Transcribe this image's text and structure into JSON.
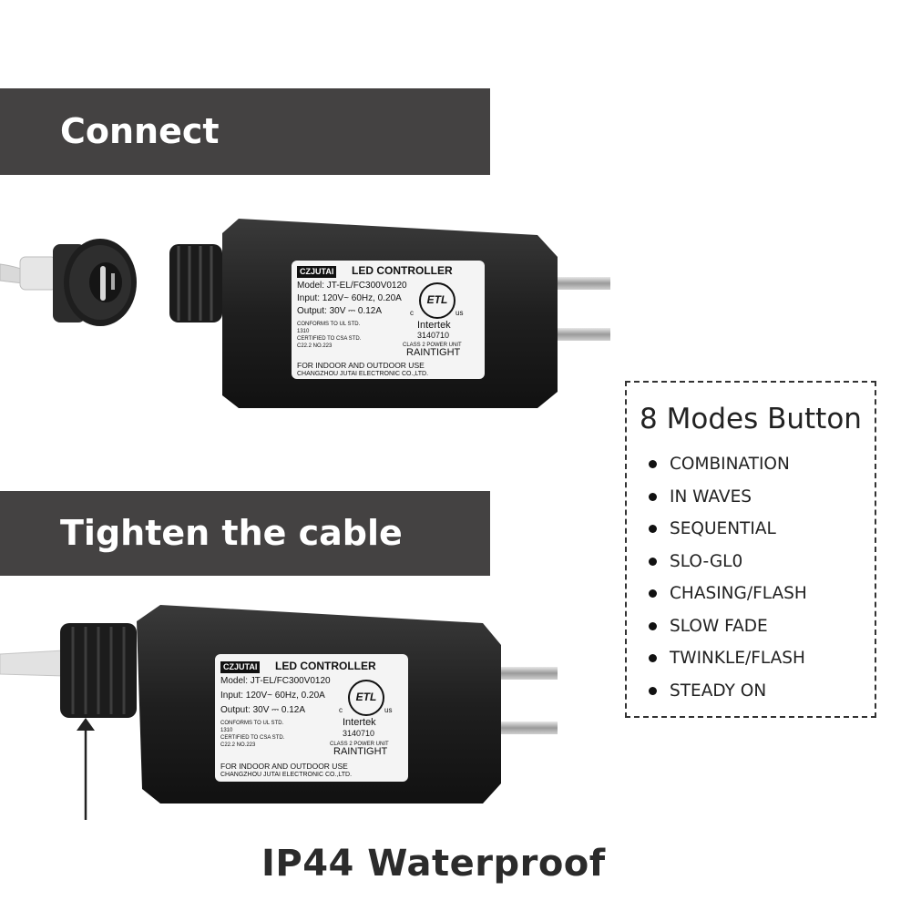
{
  "banners": {
    "connect": "Connect",
    "tighten": "Tighten the cable"
  },
  "modes": {
    "title": "8 Modes Button",
    "items": [
      "COMBINATION",
      "IN WAVES",
      "SEQUENTIAL",
      "SLO-GL0",
      "CHASING/FLASH",
      "SLOW FADE",
      "TWINKLE/FLASH",
      "STEADY ON"
    ]
  },
  "waterproof": "IP44 Waterproof",
  "sticker": {
    "brand": "CZJUTAI",
    "heading": "LED CONTROLLER",
    "model": "Model: JT-EL/FC300V0120",
    "input": "Input: 120V~ 60Hz, 0.20A",
    "output": "Output: 30V ⎓ 0.12A",
    "conform": "CONFORMS TO UL STD.",
    "std1310": "1310",
    "certified": "CERTIFIED TO CSA STD.",
    "c22": "C22.2 NO.223",
    "etl_c": "c",
    "etl_us": "us",
    "etl": "ETL",
    "intertek": "Intertek",
    "number": "3140710",
    "class2": "CLASS 2 POWER UNIT",
    "raintight": "RAINTIGHT",
    "indoor": "FOR INDOOR AND OUTDOOR USE",
    "maker": "CHANGZHOU JUTAI ELECTRONIC CO.,LTD."
  },
  "colors": {
    "banner": "#444242",
    "body": "#232323",
    "sticker": "#f4f4f4"
  }
}
